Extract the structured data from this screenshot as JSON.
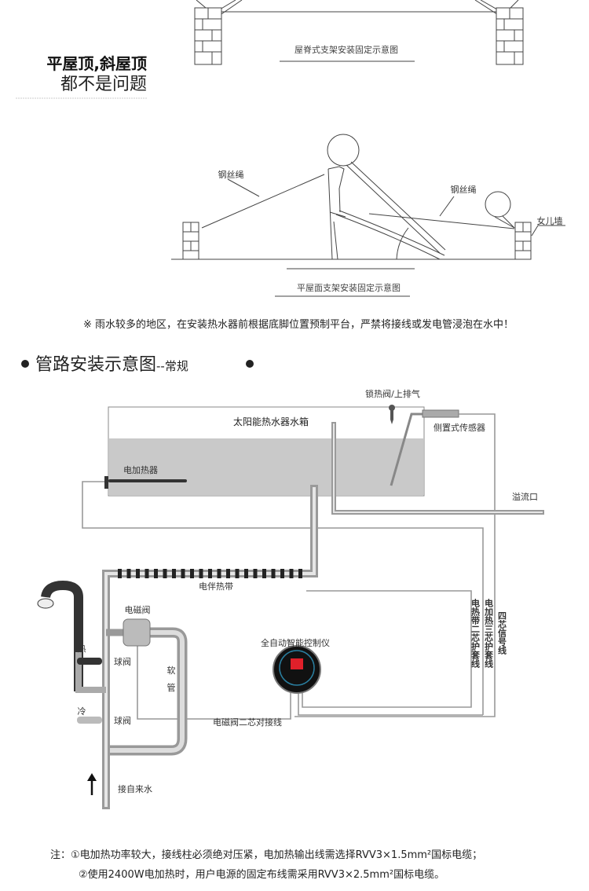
{
  "top_section": {
    "ridge_caption": "屋脊式支架安装固定示意图",
    "slogan_line1": "平屋顶,斜屋顶",
    "slogan_line2": "都不是问题",
    "flat_caption": "平屋面支架安装固定示意图",
    "rope_label_left": "钢丝绳",
    "rope_label_right": "钢丝绳",
    "parapet_label": "女儿墙",
    "rain_note": "※ 雨水较多的地区，在安装热水器前根据底脚位置预制平台，严禁将接线或发电管浸泡在水中！"
  },
  "pipe_section": {
    "heading": "管路安装示意图",
    "heading_suffix": "--常规",
    "tank_label": "太阳能热水器水箱",
    "vent_label": "锁热阀/上排气",
    "sensor_label": "侧置式传感器",
    "heater_label": "电加热器",
    "overflow_label": "溢流口",
    "heat_band_label": "电伴热带",
    "solenoid_label": "电磁阀",
    "controller_label": "全自动智能控制仪",
    "hot_label": "热",
    "cold_label": "冷",
    "ball_valve_hot": "球阀",
    "ball_valve_cold": "球阀",
    "hose_char1": "软",
    "hose_char2": "管",
    "solenoid_wire_label": "电磁阀二芯对接线",
    "band_wire_label": "电热带二芯护套线",
    "heater_wire_label": "电加热三芯护套线",
    "signal_wire_label": "四芯信号线",
    "inlet_label": "接自来水"
  },
  "notes": {
    "line1": "注：①电加热功率较大，接线柱必须绝对压紧，电加热输出线需选择RVV3×1.5mm²国标电缆；",
    "line2": "②使用2400W电加热时，用户电源的固定布线需采用RVV3×2.5mm²国标电缆。"
  },
  "colors": {
    "water": "#c9c9c9",
    "pipe": "#9a9a9a",
    "band": "#222222",
    "display": "#e0202a"
  }
}
